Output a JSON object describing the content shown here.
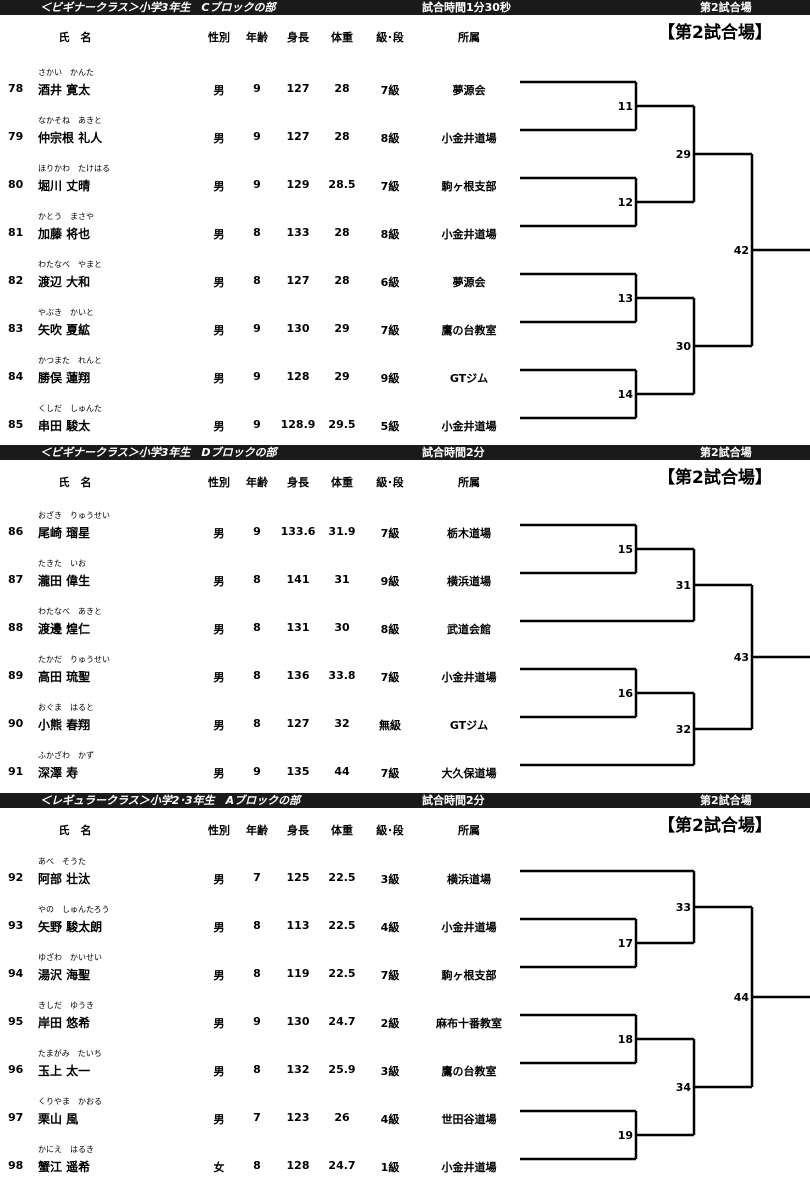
{
  "columns": {
    "name": "氏　名",
    "gender": "性別",
    "age": "年齢",
    "height": "身長",
    "weight": "体重",
    "grade": "級･段",
    "affiliation": "所属"
  },
  "blocks": [
    {
      "class_label": "＜ビギナークラス＞小学3年生　Cブロックの部",
      "time": "試合時間1分30秒",
      "venue_small": "第2試合場",
      "venue": "【第2試合場】",
      "players": [
        {
          "num": "78",
          "kana": "さかい　かんた",
          "name": "酒井 寛太",
          "gender": "男",
          "age": "9",
          "height": "127",
          "weight": "28",
          "grade": "7級",
          "affiliation": "夢源会"
        },
        {
          "num": "79",
          "kana": "なかそね　あきと",
          "name": "仲宗根 礼人",
          "gender": "男",
          "age": "9",
          "height": "127",
          "weight": "28",
          "grade": "8級",
          "affiliation": "小金井道場"
        },
        {
          "num": "80",
          "kana": "ほりかわ　たけはる",
          "name": "堀川 丈晴",
          "gender": "男",
          "age": "9",
          "height": "129",
          "weight": "28.5",
          "grade": "7級",
          "affiliation": "駒ヶ根支部"
        },
        {
          "num": "81",
          "kana": "かとう　まさや",
          "name": "加藤 将也",
          "gender": "男",
          "age": "8",
          "height": "133",
          "weight": "28",
          "grade": "8級",
          "affiliation": "小金井道場"
        },
        {
          "num": "82",
          "kana": "わたなべ　やまと",
          "name": "渡辺 大和",
          "gender": "男",
          "age": "8",
          "height": "127",
          "weight": "28",
          "grade": "6級",
          "affiliation": "夢源会"
        },
        {
          "num": "83",
          "kana": "やぶき　かいと",
          "name": "矢吹 夏絋",
          "gender": "男",
          "age": "9",
          "height": "130",
          "weight": "29",
          "grade": "7級",
          "affiliation": "鷹の台教室"
        },
        {
          "num": "84",
          "kana": "かつまた　れんと",
          "name": "勝俣 蓮翔",
          "gender": "男",
          "age": "9",
          "height": "128",
          "weight": "29",
          "grade": "9級",
          "affiliation": "GTジム"
        },
        {
          "num": "85",
          "kana": "くしだ　しゅんた",
          "name": "串田 駿太",
          "gender": "男",
          "age": "9",
          "height": "128.9",
          "weight": "29.5",
          "grade": "5級",
          "affiliation": "小金井道場"
        }
      ],
      "match_numbers": {
        "r1": [
          "11",
          "12",
          "13",
          "14"
        ],
        "r2": [
          "29",
          "30"
        ],
        "r3": [
          "42"
        ]
      }
    },
    {
      "class_label": "＜ビギナークラス＞小学3年生　Dブロックの部",
      "time": "試合時間2分",
      "venue_small": "第2試合場",
      "venue": "【第2試合場】",
      "players": [
        {
          "num": "86",
          "kana": "おざき　りゅうせい",
          "name": "尾崎 瑠星",
          "gender": "男",
          "age": "9",
          "height": "133.6",
          "weight": "31.9",
          "grade": "7級",
          "affiliation": "栃木道場"
        },
        {
          "num": "87",
          "kana": "たきた　いお",
          "name": "瀧田 偉生",
          "gender": "男",
          "age": "8",
          "height": "141",
          "weight": "31",
          "grade": "9級",
          "affiliation": "横浜道場"
        },
        {
          "num": "88",
          "kana": "わたなべ　あきと",
          "name": "渡邊 煌仁",
          "gender": "男",
          "age": "8",
          "height": "131",
          "weight": "30",
          "grade": "8級",
          "affiliation": "武道会館"
        },
        {
          "num": "89",
          "kana": "たかだ　りゅうせい",
          "name": "高田 琉聖",
          "gender": "男",
          "age": "8",
          "height": "136",
          "weight": "33.8",
          "grade": "7級",
          "affiliation": "小金井道場"
        },
        {
          "num": "90",
          "kana": "おぐま　はると",
          "name": "小熊 春翔",
          "gender": "男",
          "age": "8",
          "height": "127",
          "weight": "32",
          "grade": "無級",
          "affiliation": "GTジム"
        },
        {
          "num": "91",
          "kana": "ふかざわ　かず",
          "name": "深澤 寿",
          "gender": "男",
          "age": "9",
          "height": "135",
          "weight": "44",
          "grade": "7級",
          "affiliation": "大久保道場"
        }
      ],
      "match_numbers": {
        "r1": [
          "15",
          "16"
        ],
        "r2": [
          "31",
          "32"
        ],
        "r3": [
          "43"
        ]
      }
    },
    {
      "class_label": "＜レギュラークラス＞小学2･3年生　Aブロックの部",
      "time": "試合時間2分",
      "venue_small": "第2試合場",
      "venue": "【第2試合場】",
      "players": [
        {
          "num": "92",
          "kana": "あべ　そうた",
          "name": "阿部 壮汰",
          "gender": "男",
          "age": "7",
          "height": "125",
          "weight": "22.5",
          "grade": "3級",
          "affiliation": "横浜道場"
        },
        {
          "num": "93",
          "kana": "やの　しゅんたろう",
          "name": "矢野 駿太朗",
          "gender": "男",
          "age": "8",
          "height": "113",
          "weight": "22.5",
          "grade": "4級",
          "affiliation": "小金井道場"
        },
        {
          "num": "94",
          "kana": "ゆざわ　かいせい",
          "name": "湯沢 海聖",
          "gender": "男",
          "age": "8",
          "height": "119",
          "weight": "22.5",
          "grade": "7級",
          "affiliation": "駒ヶ根支部"
        },
        {
          "num": "95",
          "kana": "きしだ　ゆうき",
          "name": "岸田 悠希",
          "gender": "男",
          "age": "9",
          "height": "130",
          "weight": "24.7",
          "grade": "2級",
          "affiliation": "麻布十番教室"
        },
        {
          "num": "96",
          "kana": "たまがみ　たいち",
          "name": "玉上 太一",
          "gender": "男",
          "age": "8",
          "height": "132",
          "weight": "25.9",
          "grade": "3級",
          "affiliation": "鷹の台教室"
        },
        {
          "num": "97",
          "kana": "くりやま　かおる",
          "name": "栗山 風",
          "gender": "男",
          "age": "7",
          "height": "123",
          "weight": "26",
          "grade": "4級",
          "affiliation": "世田谷道場"
        },
        {
          "num": "98",
          "kana": "かにえ　はるき",
          "name": "蟹江 遥希",
          "gender": "女",
          "age": "8",
          "height": "128",
          "weight": "24.7",
          "grade": "1級",
          "affiliation": "小金井道場"
        }
      ],
      "match_numbers": {
        "r1": [
          "17",
          "18",
          "19"
        ],
        "r2": [
          "33",
          "34"
        ],
        "r3": [
          "44"
        ]
      }
    }
  ]
}
